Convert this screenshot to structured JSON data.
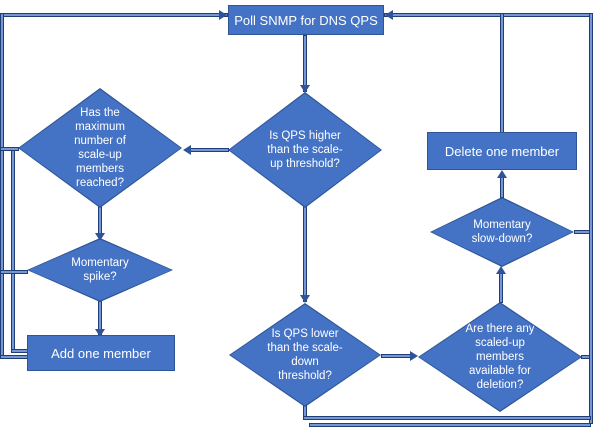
{
  "diagram": {
    "title": "DNS QPS auto-scaling flowchart",
    "type": "flowchart",
    "colors": {
      "shape_fill": "#4472C4",
      "shape_border": "#2F5597",
      "connector_core": "#7796D4",
      "connector_edge": "#1F3E77",
      "arrowhead": "#2E5398",
      "text": "#FFFFFF",
      "background": "#FFFFFF"
    },
    "nodes": {
      "poll": {
        "type": "process",
        "label": "Poll SNMP for DNS QPS"
      },
      "qps_higher": {
        "type": "decision",
        "label": "Is QPS higher than the scale-up threshold?"
      },
      "max_members": {
        "type": "decision",
        "label": "Has the maximum number of scale-up members reached?"
      },
      "spike": {
        "type": "decision",
        "label": "Momentary spike?"
      },
      "add": {
        "type": "process",
        "label": "Add one member"
      },
      "delete": {
        "type": "process",
        "label": "Delete one member"
      },
      "slowdown": {
        "type": "decision",
        "label": "Momentary slow-down?"
      },
      "qps_lower": {
        "type": "decision",
        "label": "Is QPS lower than the scale-down threshold?"
      },
      "scaled_up": {
        "type": "decision",
        "label": "Are there any scaled-up members available for deletion?"
      }
    },
    "edges": [
      {
        "from": "poll",
        "to": "qps_higher",
        "direction": "down"
      },
      {
        "from": "qps_higher",
        "to": "max_members",
        "direction": "left"
      },
      {
        "from": "max_members",
        "to": "spike",
        "direction": "down"
      },
      {
        "from": "spike",
        "to": "add",
        "direction": "down"
      },
      {
        "from": "qps_higher",
        "to": "qps_lower",
        "direction": "down"
      },
      {
        "from": "qps_lower",
        "to": "scaled_up",
        "direction": "right"
      },
      {
        "from": "scaled_up",
        "to": "slowdown",
        "direction": "up"
      },
      {
        "from": "slowdown",
        "to": "delete",
        "direction": "up"
      },
      {
        "from": "delete",
        "to": "poll",
        "direction": "up-left-border"
      },
      {
        "from": "add",
        "to": "poll",
        "direction": "left-border-up"
      },
      {
        "from": "max_members",
        "to": "poll",
        "direction": "left-border-up"
      },
      {
        "from": "spike",
        "to": "poll",
        "direction": "left-border-up"
      },
      {
        "from": "slowdown",
        "to": "poll",
        "direction": "right-border-up"
      },
      {
        "from": "scaled_up",
        "to": "poll",
        "direction": "right-border-up"
      },
      {
        "from": "qps_lower",
        "to": "poll",
        "direction": "bottom-right-border-up"
      }
    ]
  }
}
